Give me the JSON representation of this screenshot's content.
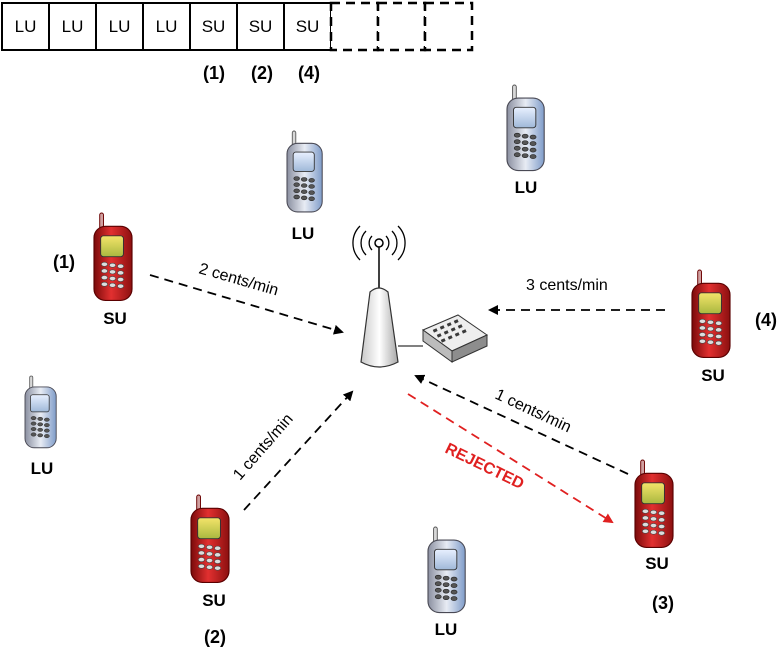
{
  "channel_slots": [
    {
      "label": "LU",
      "state": "filled"
    },
    {
      "label": "LU",
      "state": "filled"
    },
    {
      "label": "LU",
      "state": "filled"
    },
    {
      "label": "LU",
      "state": "filled"
    },
    {
      "label": "SU",
      "state": "filled"
    },
    {
      "label": "SU",
      "state": "filled"
    },
    {
      "label": "SU",
      "state": "filled"
    },
    {
      "label": "",
      "state": "empty"
    },
    {
      "label": "",
      "state": "empty"
    },
    {
      "label": "",
      "state": "empty"
    }
  ],
  "slot_indices": [
    "(1)",
    "(2)",
    "(4)"
  ],
  "users": {
    "su1": {
      "role": "SU",
      "index": "(1)",
      "price": "2 cents/min",
      "color": "#d42020"
    },
    "su2": {
      "role": "SU",
      "index": "(2)",
      "price": "1 cents/min",
      "color": "#d42020"
    },
    "su3": {
      "role": "SU",
      "index": "(3)",
      "price": "1 cents/min",
      "status": "REJECTED",
      "color": "#d42020"
    },
    "su4": {
      "role": "SU",
      "index": "(4)",
      "price": "3 cents/min",
      "color": "#d42020"
    },
    "lu_top_center": {
      "role": "LU",
      "color": "#8fb0e0"
    },
    "lu_top_right": {
      "role": "LU",
      "color": "#8fb0e0"
    },
    "lu_left": {
      "role": "LU",
      "color": "#8fb0e0"
    },
    "lu_bottom": {
      "role": "LU",
      "color": "#8fb0e0"
    }
  },
  "colors": {
    "rejected": "#e02020",
    "arrow": "#000000"
  }
}
